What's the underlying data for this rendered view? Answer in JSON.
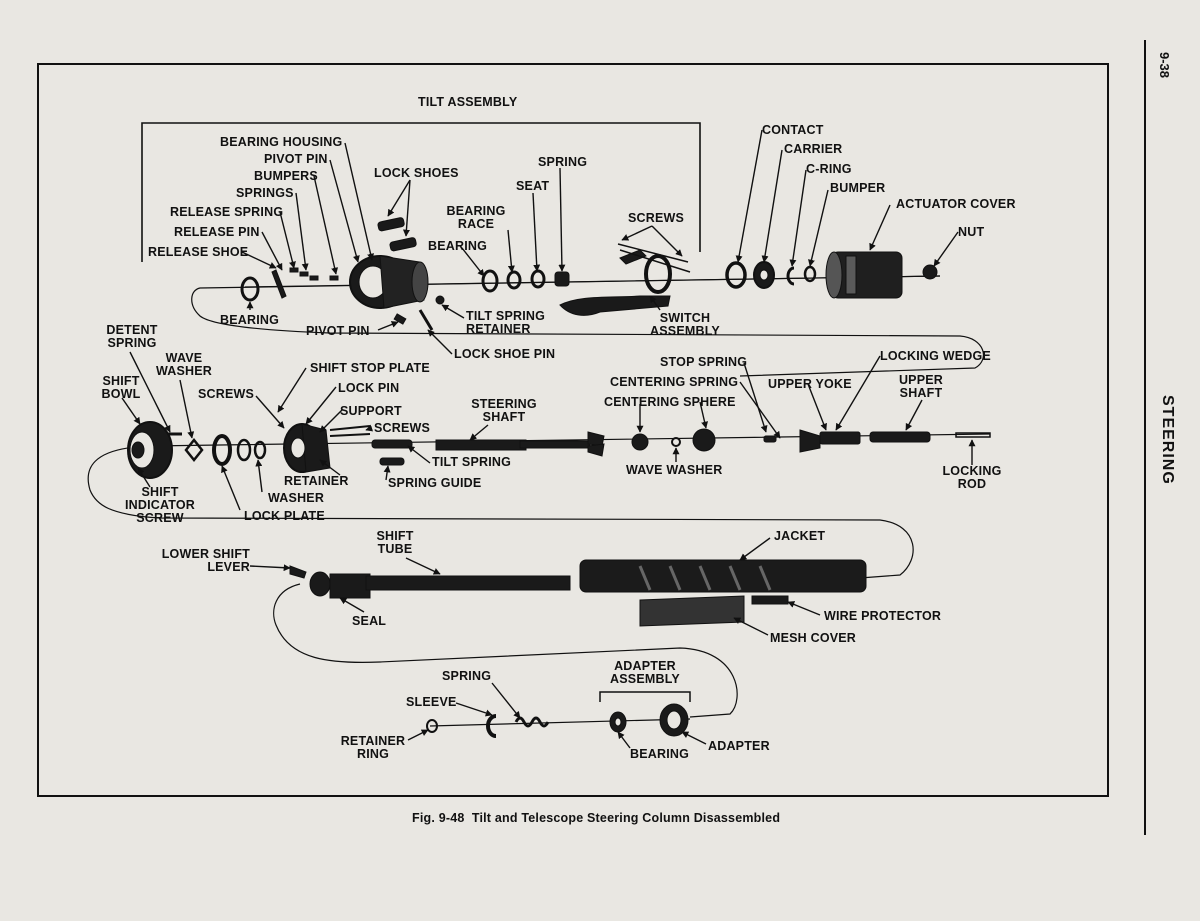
{
  "page": {
    "page_number": "9-38",
    "section": "STEERING",
    "caption": "Fig. 9-48  Tilt and Telescope Steering Column Disassembled"
  },
  "diagram": {
    "group_labels": {
      "tilt_assembly": "TILT ASSEMBLY",
      "adapter_assembly": "ADAPTER\nASSEMBLY"
    },
    "labels": {
      "bearing_housing": "BEARING HOUSING",
      "pivot_pin_top": "PIVOT PIN",
      "bumpers": "BUMPERS",
      "springs": "SPRINGS",
      "release_spring": "RELEASE SPRING",
      "release_pin": "RELEASE PIN",
      "release_shoe": "RELEASE SHOE",
      "lock_shoes": "LOCK SHOES",
      "bearing_race": "BEARING\nRACE",
      "seat": "SEAT",
      "spring_top": "SPRING",
      "bearing_mid": "BEARING",
      "screws_top": "SCREWS",
      "contact": "CONTACT",
      "carrier": "CARRIER",
      "c_ring": "C-RING",
      "bumper": "BUMPER",
      "actuator_cover": "ACTUATOR COVER",
      "nut": "NUT",
      "bearing_left": "BEARING",
      "pivot_pin_bottom": "PIVOT PIN",
      "tilt_spring_retainer": "TILT SPRING\nRETAINER",
      "switch_assembly": "SWITCH\nASSEMBLY",
      "lock_shoe_pin": "LOCK SHOE PIN",
      "detent_spring": "DETENT\nSPRING",
      "wave_washer_left": "WAVE\nWASHER",
      "shift_bowl": "SHIFT\nBOWL",
      "screws_left": "SCREWS",
      "shift_stop_plate": "SHIFT STOP PLATE",
      "lock_pin": "LOCK PIN",
      "support": "SUPPORT",
      "screws_mid": "SCREWS",
      "steering_shaft": "STEERING\nSHAFT",
      "stop_spring": "STOP SPRING",
      "centering_spring": "CENTERING SPRING",
      "centering_sphere": "CENTERING SPHERE",
      "locking_wedge": "LOCKING WEDGE",
      "upper_yoke": "UPPER YOKE",
      "upper_shaft": "UPPER\nSHAFT",
      "wave_washer_right": "WAVE WASHER",
      "tilt_spring": "TILT SPRING",
      "retainer": "RETAINER",
      "spring_guide": "SPRING GUIDE",
      "washer": "WASHER",
      "lock_plate": "LOCK PLATE",
      "shift_indicator_screw": "SHIFT\nINDICATOR\nSCREW",
      "locking_rod": "LOCKING\nROD",
      "shift_tube": "SHIFT\nTUBE",
      "jacket": "JACKET",
      "lower_shift_lever": "LOWER SHIFT\nLEVER",
      "seal": "SEAL",
      "wire_protector": "WIRE PROTECTOR",
      "mesh_cover": "MESH COVER",
      "spring_bottom": "SPRING",
      "sleeve": "SLEEVE",
      "retainer_ring": "RETAINER\nRING",
      "bearing_bottom": "BEARING",
      "adapter": "ADAPTER"
    }
  }
}
